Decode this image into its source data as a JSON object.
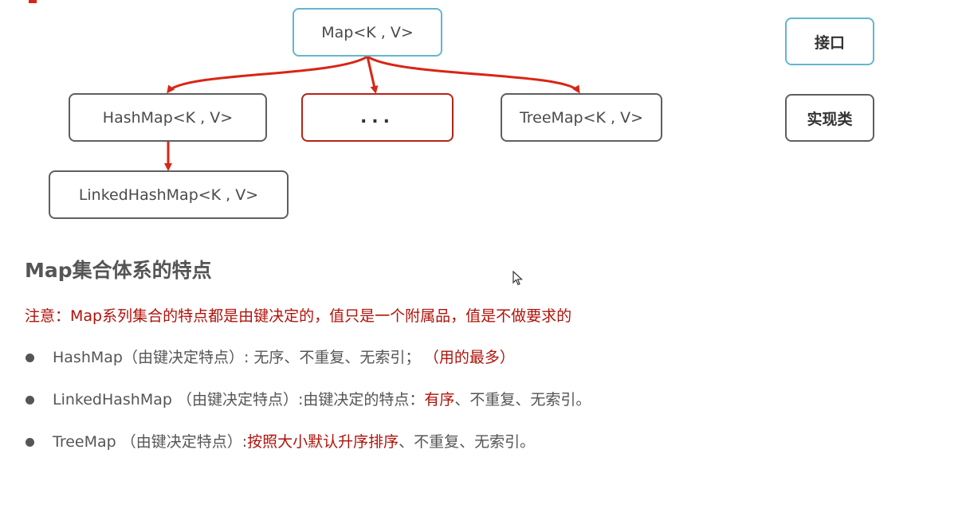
{
  "diagram": {
    "root": "Map<K , V>",
    "children": [
      "HashMap<K , V>",
      "...",
      "TreeMap<K , V>"
    ],
    "grandchild": "LinkedHashMap<K , V>",
    "legend": {
      "interface": "接口",
      "impl": "实现类"
    }
  },
  "section": {
    "title": "Map集合体系的特点",
    "note": "注意：Map系列集合的特点都是由键决定的，值只是一个附属品，值是不做要求的",
    "bullets": [
      {
        "pre": "HashMap（由键决定特点）: 无序、不重复、无索引；",
        "red": "（用的最多）",
        "post": ""
      },
      {
        "pre": "LinkedHashMap （由键决定特点）:由键决定的特点：",
        "red": "有序",
        "post": "、不重复、无索引。"
      },
      {
        "pre": "TreeMap （由键决定特点）:",
        "red": "按照大小默认升序排序",
        "post": "、不重复、无索引。"
      }
    ]
  },
  "colors": {
    "interface_border": "#62b7cf",
    "arrow": "#d82515",
    "emphasis": "#b0120a"
  },
  "icons": {
    "cursor": "mouse-pointer-icon"
  }
}
